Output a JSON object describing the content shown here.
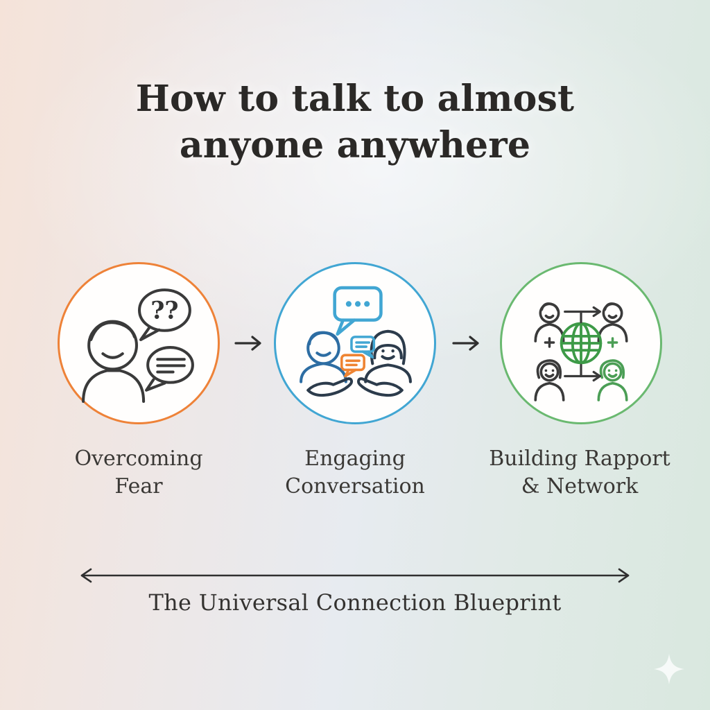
{
  "title": {
    "line1": "How to talk to almost",
    "line2": "anyone anywhere"
  },
  "steps": [
    {
      "label_line1": "Overcoming",
      "label_line2": "Fear",
      "icon": "person-question-bubbles-icon",
      "ring_color": "#ee8238",
      "bubble_text": "??"
    },
    {
      "label_line1": "Engaging",
      "label_line2": "Conversation",
      "icon": "two-people-conversation-icon",
      "ring_color": "#41a6d3"
    },
    {
      "label_line1": "Building Rapport",
      "label_line2": "& Network",
      "icon": "people-globe-network-icon",
      "ring_color": "#6ab970"
    }
  ],
  "flow": {
    "arrow_icon": "right-arrow-icon"
  },
  "footer": {
    "caption": "The Universal Connection Blueprint",
    "arrow_icon": "double-headed-arrow-icon"
  },
  "decor": {
    "sparkle_icon": "sparkle-icon"
  },
  "colors": {
    "background_left": "#f5e3d9",
    "background_middle": "#e7ebf0",
    "background_right": "#d9e8df",
    "title_text": "#2b2927",
    "label_text": "#3a3835",
    "outline_dark": "#3a3a3a",
    "arrow": "#2f2f2f",
    "orange": "#ee8238",
    "blue": "#41a6d3",
    "person_blue": "#2d6da3",
    "person_navy": "#2c3b4b",
    "green_ring": "#6ab970",
    "green_globe": "#3d9a47",
    "green_person": "#4b9e55"
  }
}
